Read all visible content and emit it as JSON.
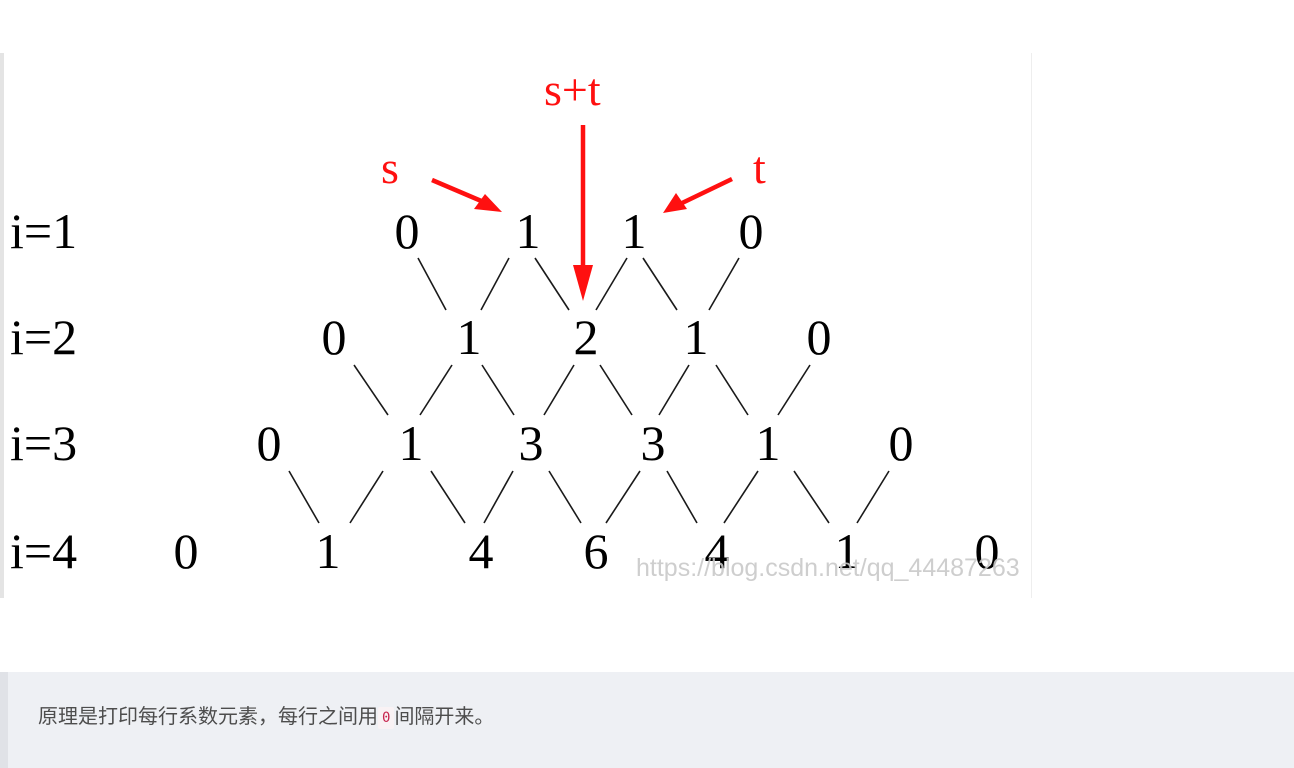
{
  "figure": {
    "watermark": "https://blog.csdn.net/qq_44487263",
    "annotations": {
      "s_label": "s",
      "t_label": "t",
      "sum_label": "s+t"
    },
    "rows": [
      {
        "label": "i=1",
        "values": [
          "0",
          "1",
          "1",
          "0"
        ]
      },
      {
        "label": "i=2",
        "values": [
          "0",
          "1",
          "2",
          "1",
          "0"
        ]
      },
      {
        "label": "i=3",
        "values": [
          "0",
          "1",
          "3",
          "3",
          "1",
          "0"
        ]
      },
      {
        "label": "i=4",
        "values": [
          "0",
          "1",
          "4",
          "6",
          "4",
          "1",
          "0"
        ]
      }
    ],
    "colors": {
      "annotation": "#ff1010",
      "numbers": "#000000"
    }
  },
  "note": {
    "text_before": "原理是打印每行系数元素，每行之间用",
    "code": "0",
    "text_after": "间隔开来。"
  }
}
